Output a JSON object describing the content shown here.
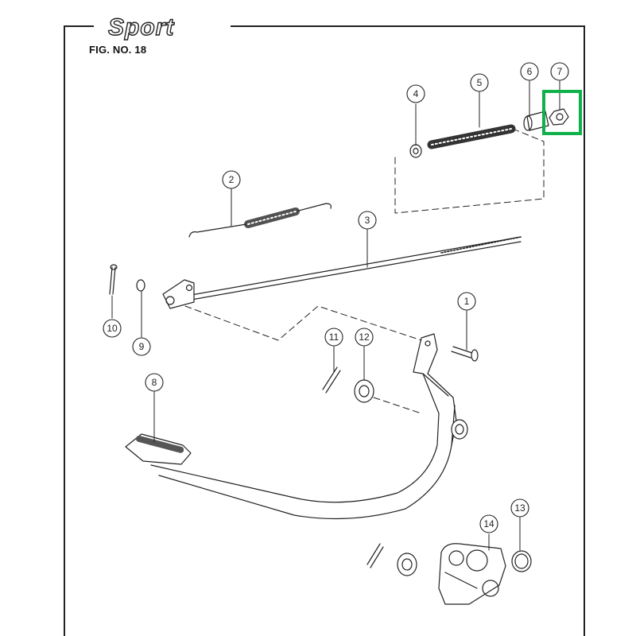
{
  "brand": "Sport",
  "figure_label": "FIG. NO. 18",
  "callouts": [
    "1",
    "2",
    "3",
    "4",
    "5",
    "6",
    "7",
    "8",
    "9",
    "10",
    "11",
    "12",
    "13",
    "14"
  ],
  "highlight": {
    "part_number": "7",
    "color": "#0fb14a"
  },
  "colors": {
    "line": "#222222",
    "highlight": "#0fb14a",
    "background": "#ffffff"
  }
}
